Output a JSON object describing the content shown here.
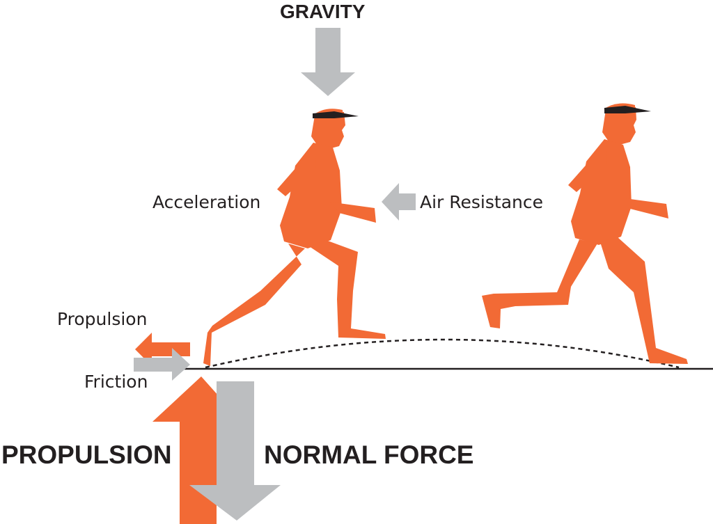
{
  "labels": {
    "gravity": "GRAVITY",
    "acceleration": "Acceleration",
    "air_resistance": "Air Resistance",
    "propulsion_small": "Propulsion",
    "friction": "Friction",
    "propulsion_large": "PROPULSION",
    "normal_force": "NORMAL FORCE"
  },
  "colors": {
    "runner": "#f26a35",
    "force_arrow_gray": "#bcbec0",
    "force_arrow_orange": "#f26a35",
    "ground": "#231f20",
    "cap_brim": "#231f20",
    "text": "#231f20"
  }
}
